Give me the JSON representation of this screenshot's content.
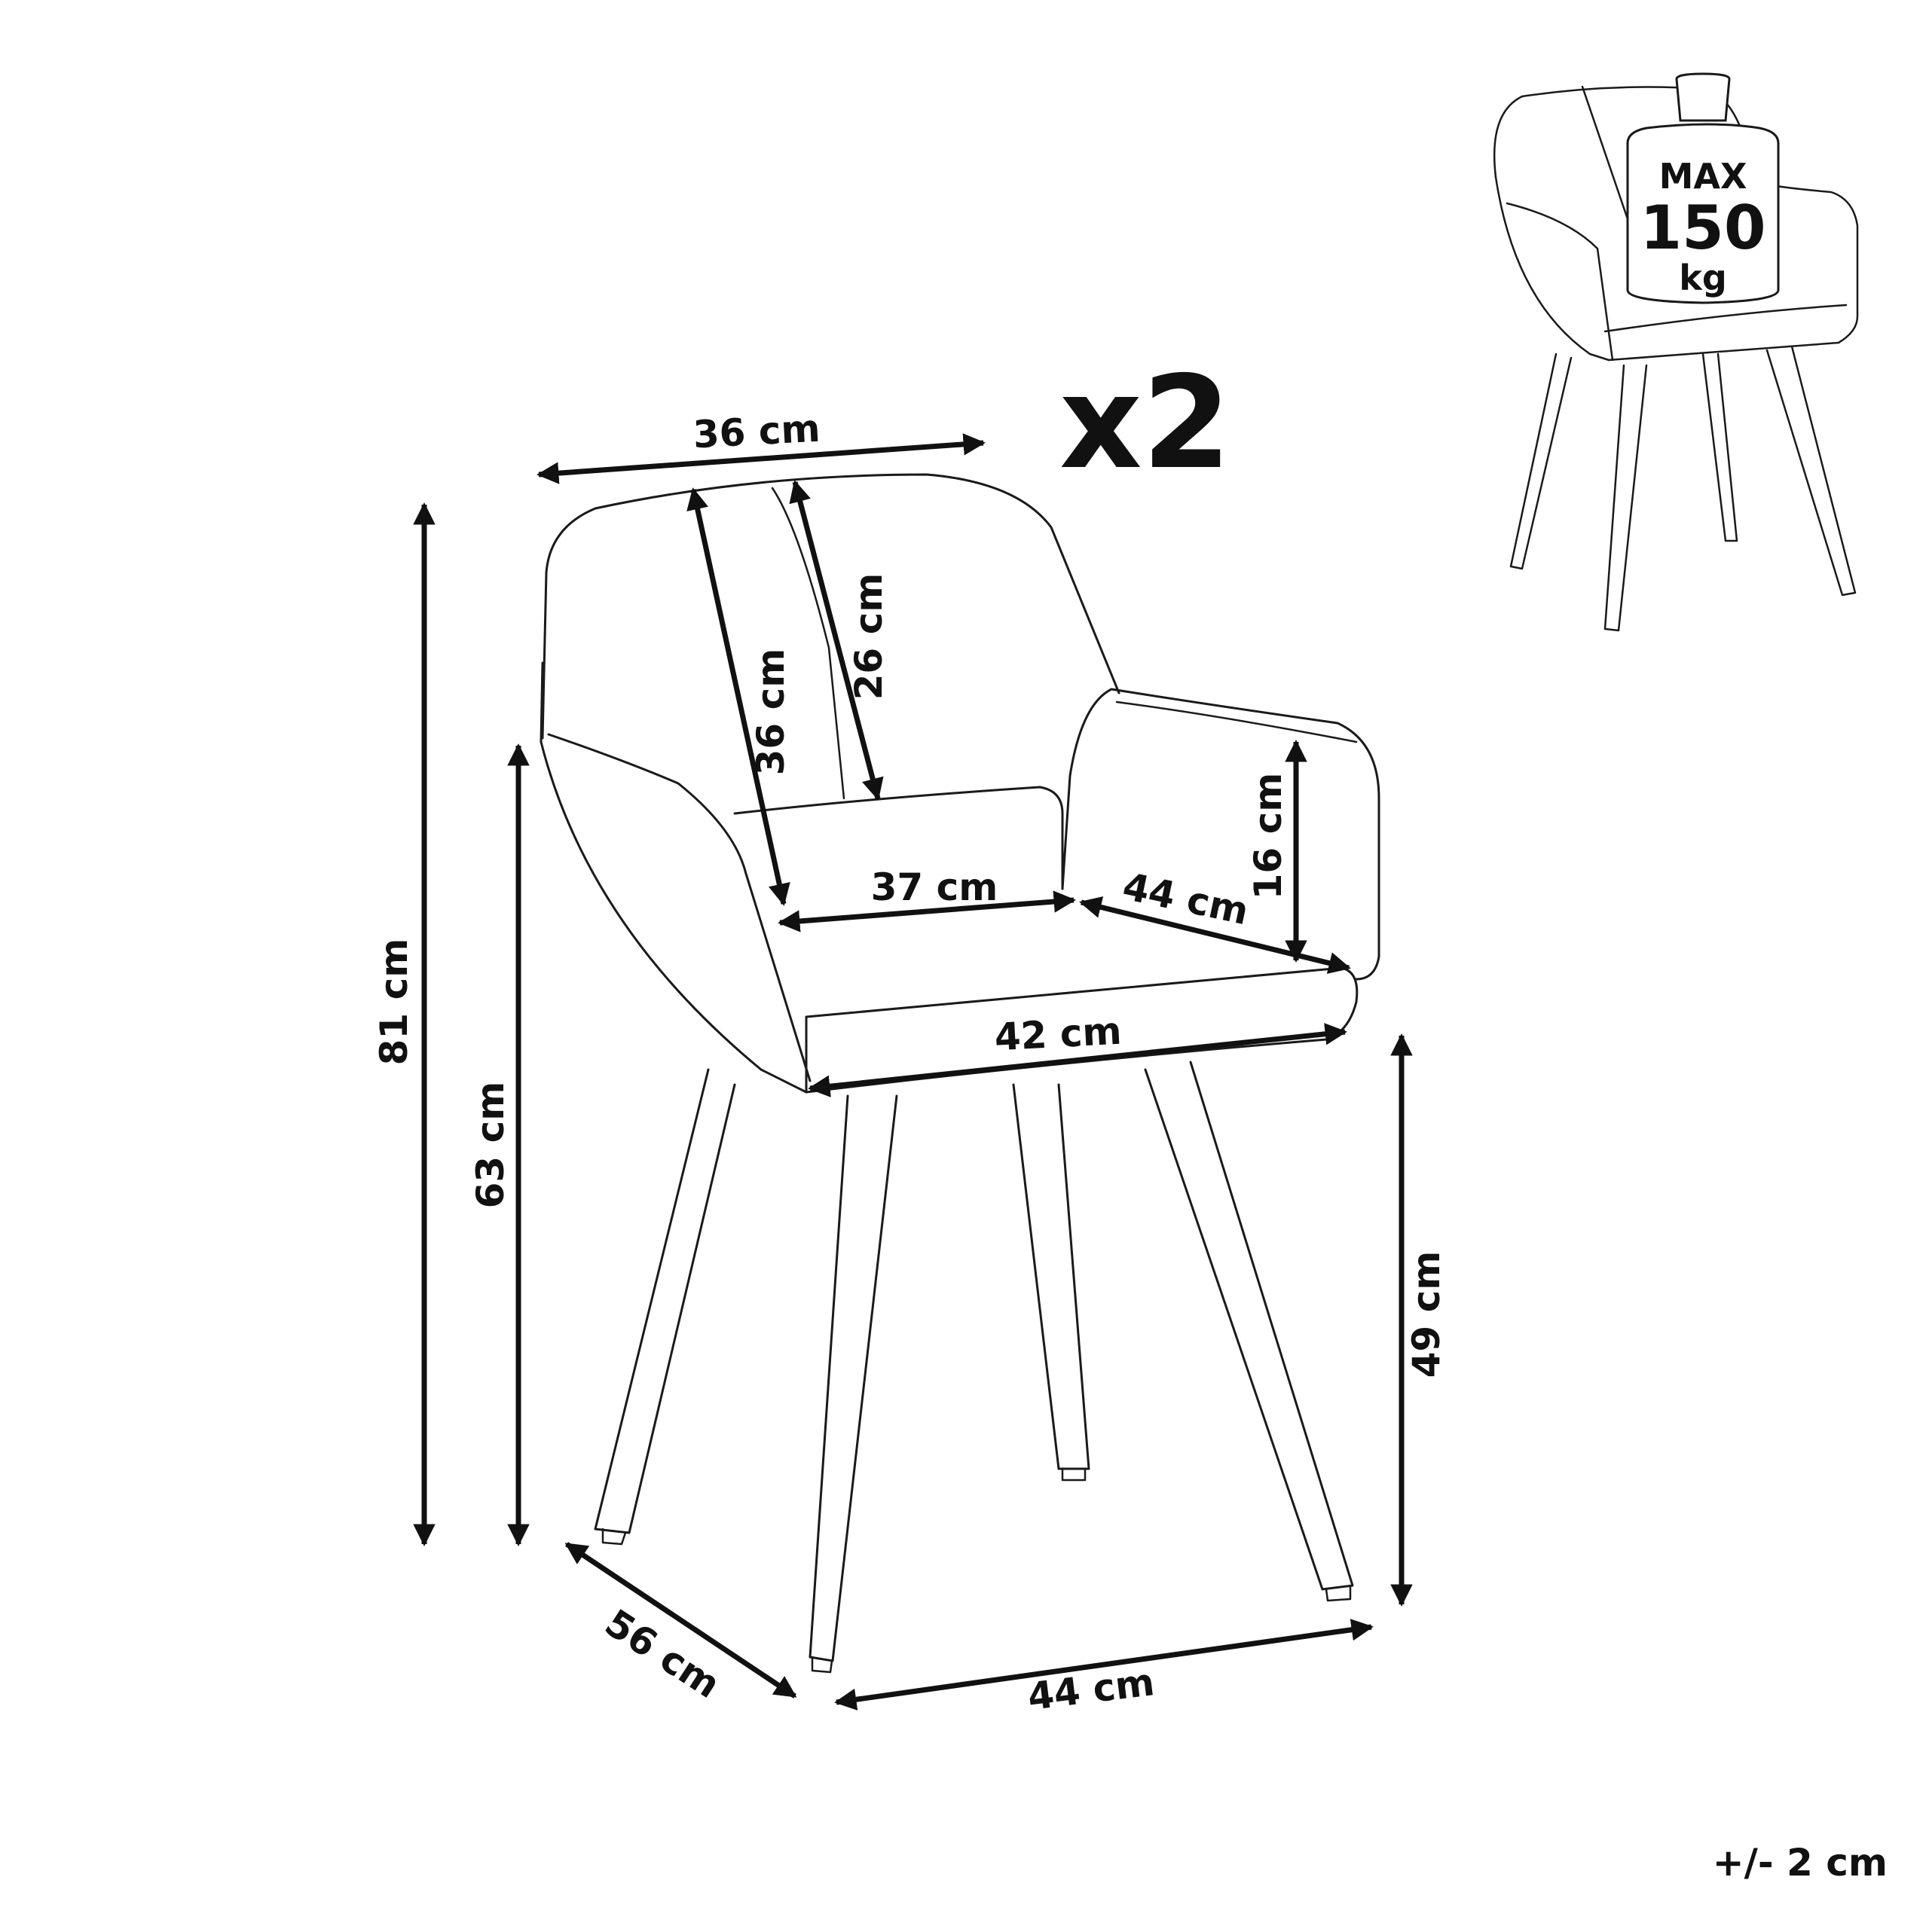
{
  "quantity_label": "x2",
  "tolerance_label": "+/- 2 cm",
  "weight_badge": {
    "line1": "MAX",
    "line2": "150",
    "line3": "kg"
  },
  "dimensions": {
    "backrest_top_width": "36 cm",
    "backrest_height_front": "36 cm",
    "backrest_height_side": "26 cm",
    "armrest_height": "16 cm",
    "seat_width_back": "37 cm",
    "seat_depth": "44 cm",
    "seat_width_front": "42 cm",
    "total_height": "81 cm",
    "armrest_total_height": "63 cm",
    "seat_height": "49 cm",
    "base_depth": "56 cm",
    "base_width": "44 cm"
  },
  "colors": {
    "ink": "#111111",
    "background": "#ffffff"
  }
}
